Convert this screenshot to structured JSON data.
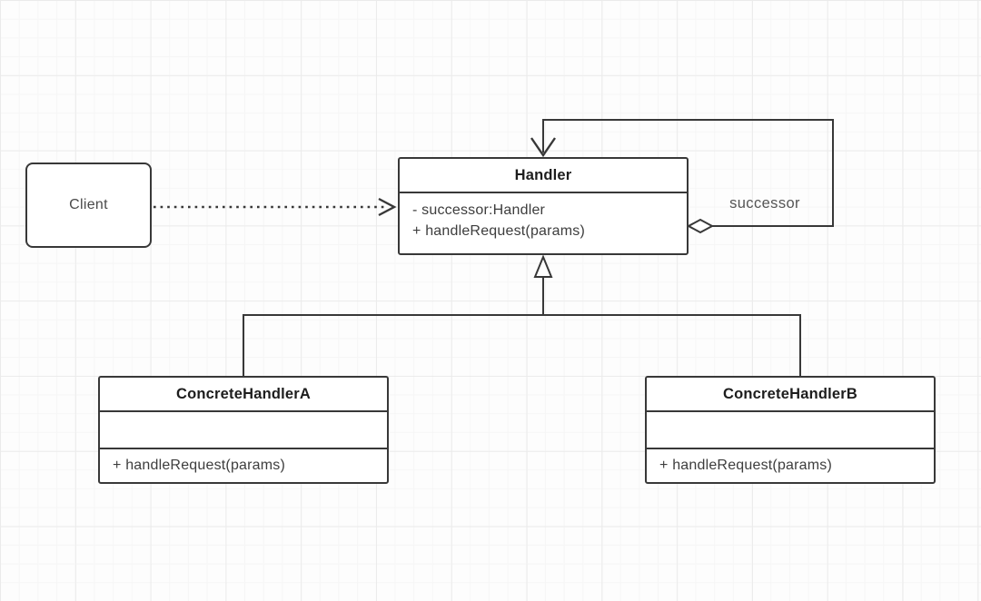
{
  "colors": {
    "stroke": "#383838",
    "box_fill": "#ffffff",
    "title_text": "#1d1d1d",
    "member_text": "#3d3d3d",
    "label_text": "#555555",
    "grid_minor": "#f6f6f6",
    "grid_major": "#ebebeb",
    "background": "#fdfdfd"
  },
  "nodes": {
    "client": {
      "label": "Client"
    },
    "handler": {
      "title": "Handler",
      "members": [
        "- successor:Handler",
        "+ handleRequest(params)"
      ]
    },
    "concrete_handler_a": {
      "title": "ConcreteHandlerA",
      "methods": [
        "+ handleRequest(params)"
      ]
    },
    "concrete_handler_b": {
      "title": "ConcreteHandlerB",
      "methods": [
        "+ handleRequest(params)"
      ]
    }
  },
  "edges": {
    "dependency": {
      "from": "Client",
      "to": "Handler",
      "style": "dotted-open-arrow"
    },
    "self_aggregation": {
      "from": "Handler",
      "to": "Handler",
      "label": "successor",
      "style": "hollow-diamond-open-arrow"
    },
    "inheritance": {
      "parent": "Handler",
      "children": [
        "ConcreteHandlerA",
        "ConcreteHandlerB"
      ],
      "style": "hollow-triangle"
    }
  }
}
